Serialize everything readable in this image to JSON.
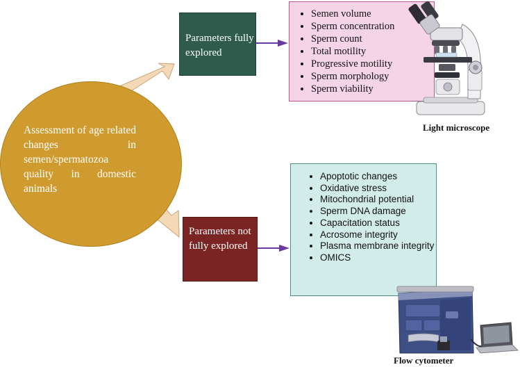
{
  "central": {
    "text": "Assessment of age related changes in semen/spermatozoa quality in domestic animals"
  },
  "branch_top": {
    "label": "Parameters fully explored"
  },
  "branch_bottom": {
    "label": "Parameters not fully explored"
  },
  "list_top": {
    "items": [
      "Semen volume",
      "Sperm concentration",
      "Sperm count",
      "Total motility",
      "Progressive motility",
      "Sperm morphology",
      "Sperm viability"
    ]
  },
  "list_bottom": {
    "items": [
      "Apoptotic changes",
      "Oxidative stress",
      "Mitochondrial potential",
      "Sperm DNA damage",
      "Capacitation status",
      "Acrosome integrity",
      "Plasma membrane integrity",
      "OMICS"
    ]
  },
  "captions": {
    "microscope": "Light microscope",
    "cytometer": "Flow cytometer"
  },
  "colors": {
    "ellipse": "#cf9a2e",
    "box_fully": "#2f5b4d",
    "box_not_fully": "#7b2424",
    "list_top_bg": "#f6d4e8",
    "list_bottom_bg": "#d2ecea",
    "arrow_fill": "#f4d9b6",
    "connector": "#6b3aa0"
  }
}
